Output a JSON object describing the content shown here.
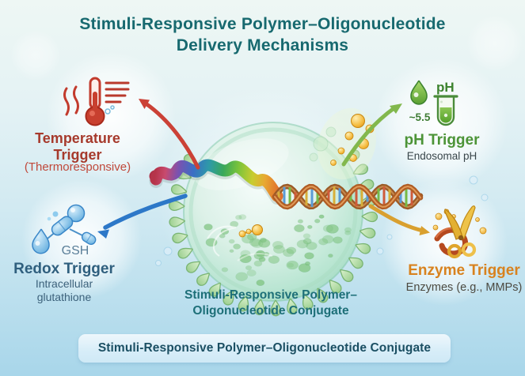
{
  "title": {
    "lines": [
      "Stimuli-Responsive Polymer–Oligonucleotide",
      "Delivery Mechanisms"
    ],
    "color": "#17696F"
  },
  "triggers": {
    "temperature": {
      "name_lines": [
        "Temperature",
        "Trigger"
      ],
      "subtitle": "(Thermoresponsive)",
      "icon": "thermometer-icon",
      "text_color": "#A63A2C",
      "arrow_color": "#CB4136"
    },
    "ph": {
      "name": "pH Trigger",
      "subtitle": "Endosomal pH",
      "icon": "ph-test-tube-icon",
      "icon_text": "pH",
      "icon_value": "~5.5",
      "text_color": "#4C9437",
      "arrow_color": "#82B84D"
    },
    "redox": {
      "name": "Redox Trigger",
      "subtitle_lines": [
        "Intracellular",
        "glutathione"
      ],
      "icon": "gsh-molecule-icon",
      "icon_text": "GSH",
      "text_color": "#2F5F7E",
      "arrow_color": "#2D78C8"
    },
    "enzyme": {
      "name": "Enzyme Trigger",
      "subtitle": "Enzymes (e.g., MMPs)",
      "icon": "scissors-icon",
      "text_color": "#D8821E",
      "arrow_color": "#D9A02F"
    }
  },
  "center": {
    "caption_lines": [
      "Stimuli-Responsive Polymer–",
      "Oligonucleotide Conjugate"
    ]
  },
  "footer": {
    "label": "Stimuli-Responsive Polymer–Oligonucleotide Conjugate"
  },
  "palette": {
    "background_top": "#EEF7F4",
    "background_bottom": "#A8D6EA",
    "cell_green": "#B7E5D0",
    "dna_strand": "#B05C24",
    "footer_bar": "#D7EDF8"
  }
}
